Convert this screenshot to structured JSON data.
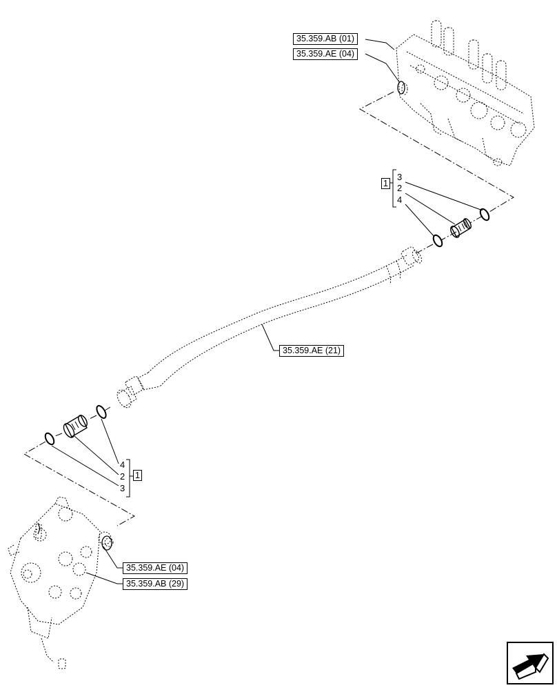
{
  "callouts": {
    "top_valve_ref_1": "35.359.AB (01)",
    "top_valve_ref_2": "35.359.AE (04)",
    "hose_ref": "35.359.AE (21)",
    "bottom_valve_ref_1": "35.359.AE (04)",
    "bottom_valve_ref_2": "35.359.AB (29)"
  },
  "top_group": {
    "box_label": "1",
    "items": [
      "3",
      "2",
      "4"
    ]
  },
  "bottom_group": {
    "box_label": "1",
    "items": [
      "4",
      "2",
      "3"
    ]
  },
  "icons": {
    "nav": "next-page-arrow-icon"
  }
}
